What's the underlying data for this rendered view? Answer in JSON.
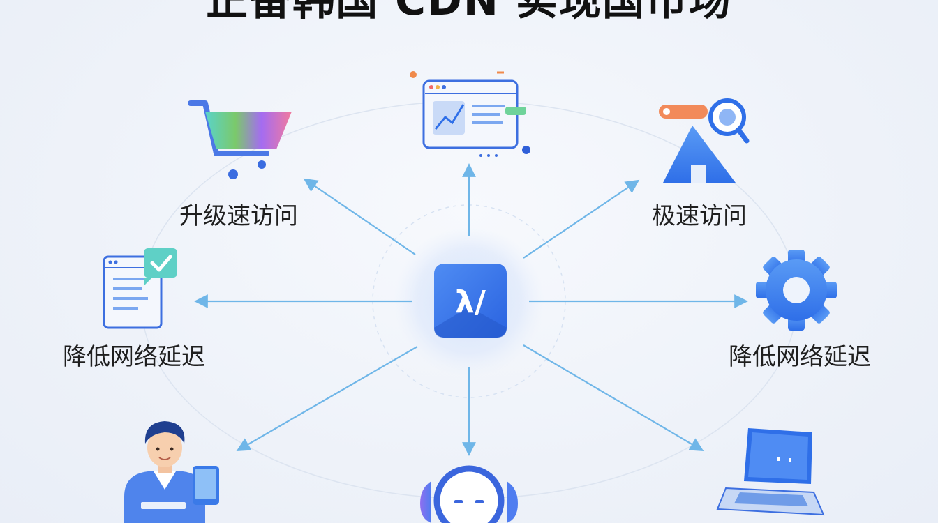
{
  "title": "正备韩国 CDN 实现国市场",
  "hub": {
    "icon": "translate-app-icon",
    "glyph": "λ/"
  },
  "nodes": [
    {
      "id": "cart",
      "icon": "shopping-cart-icon",
      "label": "升级速访问"
    },
    {
      "id": "dashboard",
      "icon": "browser-chart-icon",
      "label": ""
    },
    {
      "id": "search",
      "icon": "search-network-icon",
      "label": "极速访问"
    },
    {
      "id": "document",
      "icon": "document-check-icon",
      "label": "降低网络延迟"
    },
    {
      "id": "gear",
      "icon": "gear-icon",
      "label": "降低网络延迟"
    },
    {
      "id": "person",
      "icon": "user-avatar-icon",
      "label": ""
    },
    {
      "id": "chatbot",
      "icon": "chatbot-icon",
      "label": ""
    },
    {
      "id": "laptop",
      "icon": "laptop-icon",
      "label": ""
    }
  ],
  "colors": {
    "arrow": "#6fb6e8",
    "primary": "#2f6fe8",
    "hub_bg": "#dde9fb",
    "text": "#1f1f1f"
  }
}
